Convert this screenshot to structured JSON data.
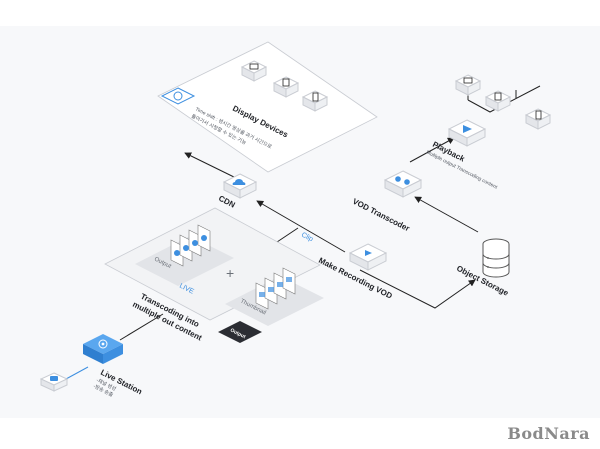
{
  "nodes": {
    "display_devices": {
      "title": "Display Devices",
      "desc_line1": "Time shift : 생시간 영상을 과거 시간으로",
      "desc_line2": "돌아가서 시청할 수 있는 기능"
    },
    "cdn": {
      "title": "CDN"
    },
    "playback": {
      "title": "Playback",
      "subtitle": "Multiple output Transcoding content"
    },
    "vod_transcoder": {
      "title": "VOD Transcoder"
    },
    "object_storage": {
      "title": "Object Storage"
    },
    "make_recording_vod": {
      "title": "Make Recording VOD"
    },
    "transcoding": {
      "title_line1": "Transcoding into",
      "title_line2": "multiple out content"
    },
    "live_station": {
      "title": "Live Station",
      "desc_line1": "-채널 생성",
      "desc_line2": "-방송 송출"
    }
  },
  "labels": {
    "clip": "Clip",
    "live": "LIVE",
    "output": "Output",
    "thumbnail": "Thumbnail",
    "output_tag": "Output"
  },
  "brand": {
    "name": "BodNara"
  },
  "colors": {
    "accent": "#3d8fe0",
    "dark_tag": "#2b2d33"
  }
}
